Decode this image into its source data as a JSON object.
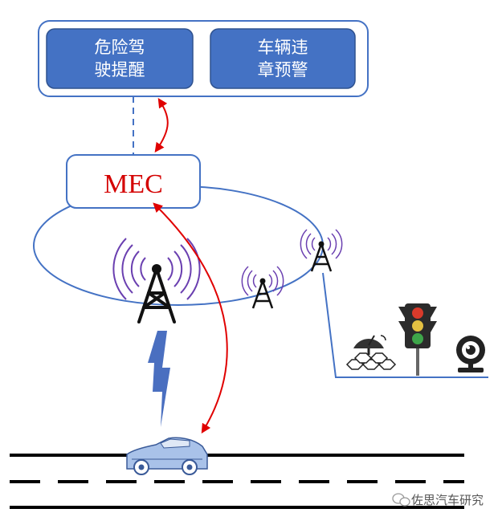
{
  "apps": [
    {
      "line1": "危险驾",
      "line2": "驶提醒"
    },
    {
      "line1": "车辆违",
      "line2": "章预警"
    }
  ],
  "mec_label": "MEC",
  "watermark": "佐思汽车研究",
  "colors": {
    "app_fill": "#4472c4",
    "app_stroke": "#2f528f",
    "network_blue": "#4472c4",
    "signal_arrow": "#e00000",
    "mec_text": "#d40000",
    "lightning": "#4a6fc0",
    "car_fill": "#a9c2e9"
  },
  "icons": [
    "main-tower-icon",
    "small-tower-icon",
    "lightning-icon",
    "car-icon",
    "satellite-dish-icon",
    "traffic-light-icon",
    "camera-icon",
    "wechat-icon"
  ]
}
